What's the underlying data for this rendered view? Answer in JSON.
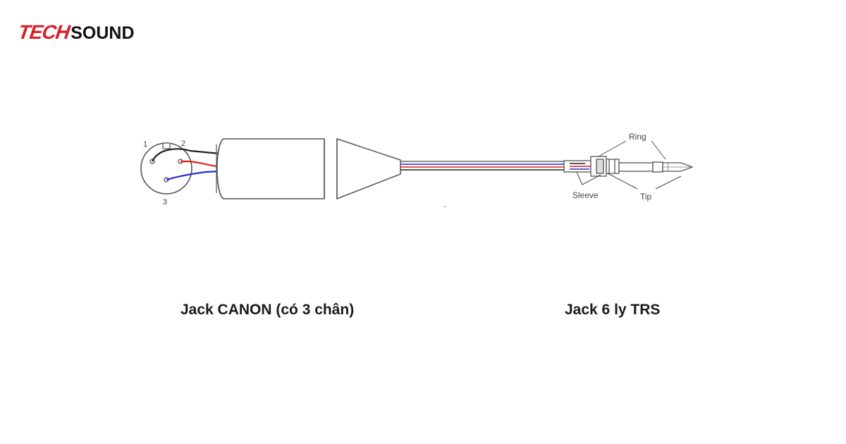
{
  "logo": {
    "part1": "TECH",
    "part2": "SOUND",
    "colors": {
      "part1": "#d71f26",
      "part2": "#111111"
    }
  },
  "diagram": {
    "pins": {
      "pin1": "1",
      "pin2": "2",
      "pin3": "3"
    },
    "trs_labels": {
      "ring": "Ring",
      "sleeve": "Sleeve",
      "tip": "Tip"
    },
    "wire_colors": {
      "ground": "#222222",
      "hot": "#e02020",
      "cold": "#2a2ad0"
    }
  },
  "captions": {
    "left": "Jack CANON (có 3 chân)",
    "right": "Jack 6 ly TRS"
  }
}
